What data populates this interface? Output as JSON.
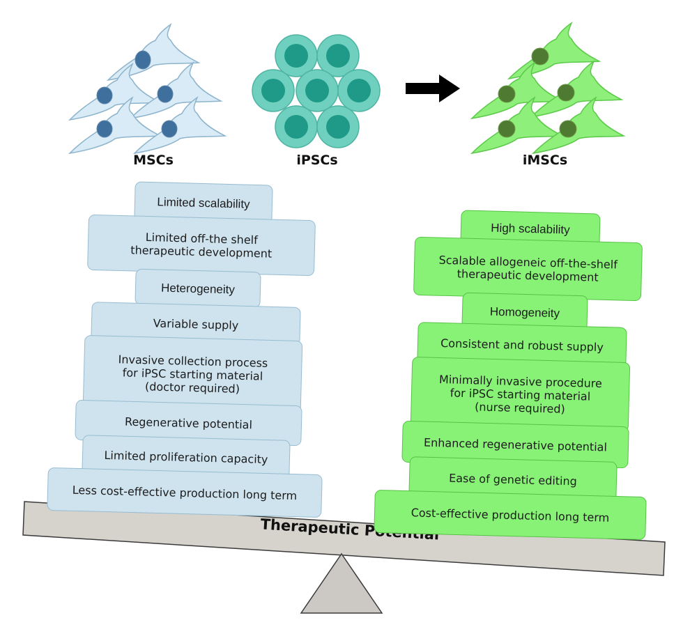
{
  "cell_types": {
    "mscs": "MSCs",
    "ipscs": "iPSCs",
    "imscs": "iMSCs"
  },
  "left_stack": [
    "Limited scalability",
    "Limited off-the shelf\ntherapeutic development",
    "Heterogeneity",
    "Variable supply",
    "Invasive collection process\nfor iPSC starting material\n(doctor required)",
    "Regenerative potential",
    "Limited proliferation capacity",
    "Less cost-effective production long term"
  ],
  "right_stack": [
    "High scalability",
    "Scalable allogeneic off-the-shelf\ntherapeutic development",
    "Homogeneity",
    "Consistent and robust supply",
    "Minimally invasive procedure\nfor iPSC starting material\n(nurse required)",
    "Enhanced regenerative potential",
    "Ease of genetic editing",
    "Cost-effective production long term"
  ],
  "beam_label": "Therapeutic Potential",
  "colors": {
    "msc_cell": "#d9ebf6",
    "msc_nucleus": "#3f6f9c",
    "ipsc_cell": "#6fd0bf",
    "ipsc_nucleus": "#1f9a88",
    "imsc_cell": "#8ef07a",
    "imsc_nucleus": "#4f7a32",
    "left_box": "#cfe3ef",
    "right_box": "#88f277",
    "beam": "#d6d2cc",
    "fulcrum": "#ccc9c4"
  }
}
